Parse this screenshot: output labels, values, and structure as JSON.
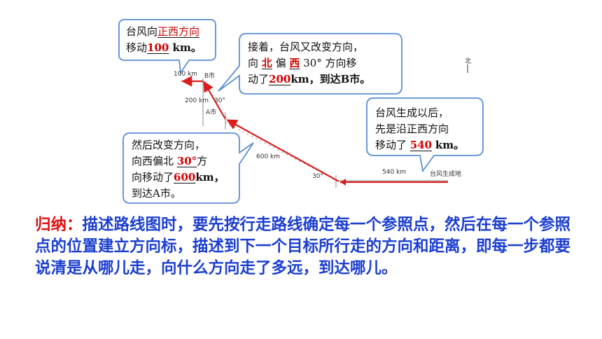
{
  "labels": {
    "north": "北",
    "origin": "台风生成地",
    "seg1_dist": "540 km",
    "seg2_dist": "600 km",
    "seg3_dist": "200 km",
    "seg4_dist": "100 km",
    "city_a": "A市",
    "city_b": "B市",
    "angle_origin": "30°",
    "angle_a": "30°"
  },
  "bubbles": {
    "west100": {
      "l1": "台风向",
      "a1": "正西方向",
      "l2a": "移动",
      "a2": "100",
      "l2b": " km。"
    },
    "north_west200": {
      "l1": "接着，台风又改变方向，",
      "l2a": "向",
      "a1": "北",
      "l2b": "偏",
      "a2": "西",
      "l2c": "30° 方向移",
      "l3a": "动了",
      "a3": "200",
      "l3b": "km，到达B市。"
    },
    "origin540": {
      "l1": "台风生成以后，",
      "l2": "先是沿正西方向",
      "l3a": "移动了",
      "a1": "540",
      "l3b": "km。"
    },
    "west_north600": {
      "l1": "然后改变方向，",
      "l2a": "向西偏北",
      "a1": "30°",
      "l2b": "方",
      "l3a": "向移动了",
      "a2": "600",
      "l3b": "km，",
      "l4": "到达A市。"
    }
  },
  "summary": {
    "lead": "归纳：",
    "body": "描述路线图时，要先按行走路线确定每一个参照点，然后在每一个参照点的位置建立方向标，描述到下一个目标所行走的方向和距离，即每一步都要说清是从哪儿走，向什么方向走了多远，到达哪儿。"
  },
  "colors": {
    "route": "#d81e1e",
    "bubble_border": "#5b8fd6",
    "answer": "#d40000",
    "summary": "#1c3fd1",
    "summary_lead": "#e01010"
  }
}
